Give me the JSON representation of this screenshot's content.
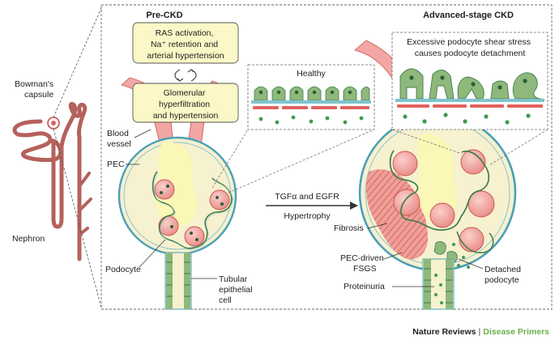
{
  "panels": {
    "pre_ckd": {
      "title": "Pre-CKD"
    },
    "advanced_ckd": {
      "title": "Advanced-stage CKD"
    }
  },
  "boxes": {
    "ras": {
      "lines": [
        "RAS activation,",
        "Na⁺ retention and",
        "arterial hypertension"
      ]
    },
    "glomerular": {
      "lines": [
        "Glomerular",
        "hyperfiltration",
        "and hypertension"
      ]
    },
    "healthy": {
      "label": "Healthy"
    },
    "shear": {
      "lines": [
        "Excessive podocyte shear stress",
        "causes podocyte detachment"
      ]
    }
  },
  "labels": {
    "bowmans": [
      "Bowman's",
      "capsule"
    ],
    "nephron": "Nephron",
    "blood_vessel": [
      "Blood",
      "vessel"
    ],
    "pec": "PEC",
    "podocyte": "Podocyte",
    "tubular": [
      "Tubular",
      "epithelial",
      "cell"
    ],
    "arrow_top": "TGFα and EGFR",
    "arrow_bottom": "Hypertrophy",
    "fibrosis": "Fibrosis",
    "pec_fsgs": [
      "PEC-driven",
      "FSGS"
    ],
    "proteinuria": "Proteinuria",
    "detached": [
      "Detached",
      "podocyte"
    ]
  },
  "credit": {
    "journal": "Nature Reviews",
    "separator": " | ",
    "series": "Disease Primers"
  },
  "colors": {
    "capsule_outline": "#4aa0b8",
    "cell_pink": "#f2a7a5",
    "cell_red": "#e0625f",
    "podocyte_green": "#8fb87c",
    "podocyte_dark": "#3f7d4a",
    "fill_cream": "#f4f0c6",
    "fill_yellow": "#fbf7b6",
    "nephron_brown": "#b5615c",
    "fibrosis": "#e3807a",
    "credit_green": "#6ab04c"
  }
}
